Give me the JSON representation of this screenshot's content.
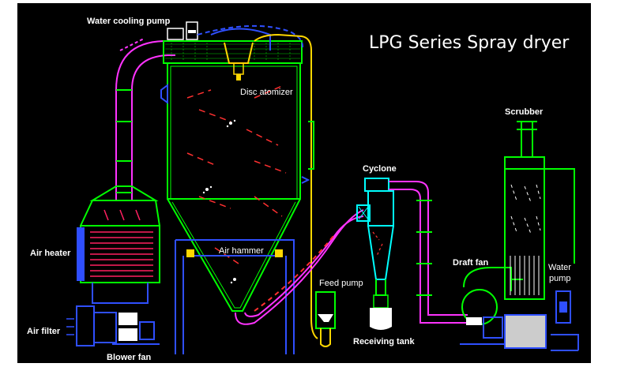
{
  "title": "LPG Series Spray dryer",
  "labels": {
    "water_cooling_pump": "Water cooling pump",
    "disc_atomizer": "Disc atomizer",
    "air_heater": "Air heater",
    "air_hammer": "Air hammer",
    "air_filter": "Air filter",
    "blower_fan": "Blower fan",
    "feed_pump": "Feed pump",
    "receiving_tank": "Receiving tank",
    "cyclone": "Cyclone",
    "draft_fan": "Draft fan",
    "scrubber": "Scrubber",
    "water_pump_line1": "Water",
    "water_pump_line2": "pump"
  },
  "colors": {
    "background": "#000000",
    "vessel_outline": "#00ff00",
    "hot_air_duct": "#ff33ff",
    "cyclone_outline": "#00ffff",
    "feed_line": "#ffd700",
    "structure": "#2f4fff",
    "heater_coils": "#ff2060",
    "spray": "#ff3030"
  }
}
